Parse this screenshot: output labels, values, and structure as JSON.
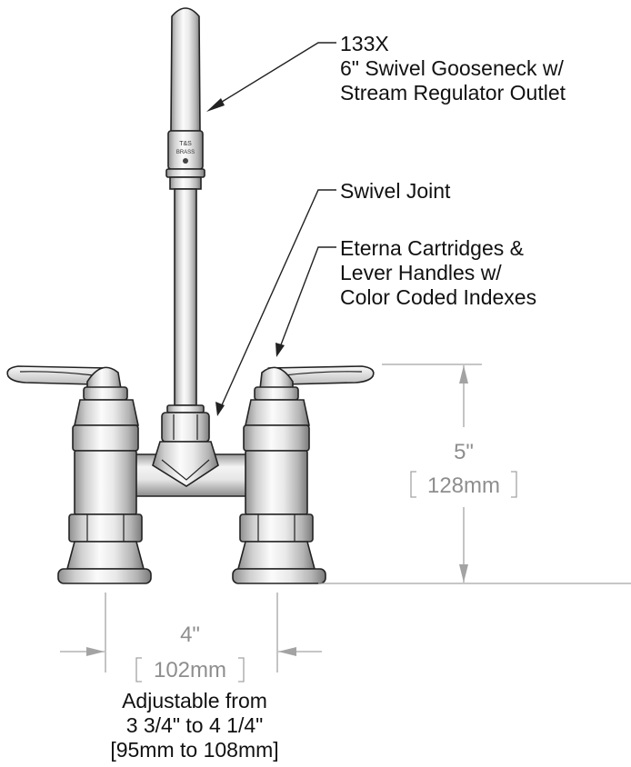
{
  "callouts": {
    "gooseneck": {
      "model": "133X",
      "line1": "6\" Swivel Gooseneck w/",
      "line2": "Stream Regulator Outlet"
    },
    "swivel_joint": {
      "label": "Swivel Joint"
    },
    "cartridges": {
      "line1": "Eterna Cartridges &",
      "line2": "Lever Handles w/",
      "line3": "Color Coded Indexes"
    }
  },
  "dimensions": {
    "height": {
      "imperial": "5\"",
      "metric": "128mm"
    },
    "width": {
      "imperial": "4\"",
      "metric": "102mm"
    }
  },
  "adjustable_note": {
    "line1": "Adjustable from",
    "line2": "3 3/4\" to 4 1/4\"",
    "line3": "[95mm to 108mm]"
  },
  "colors": {
    "line": "#222222",
    "dimension": "#8e8e8e",
    "metal_light": "#f2f2f2",
    "metal_dark": "#9a9a9a"
  }
}
